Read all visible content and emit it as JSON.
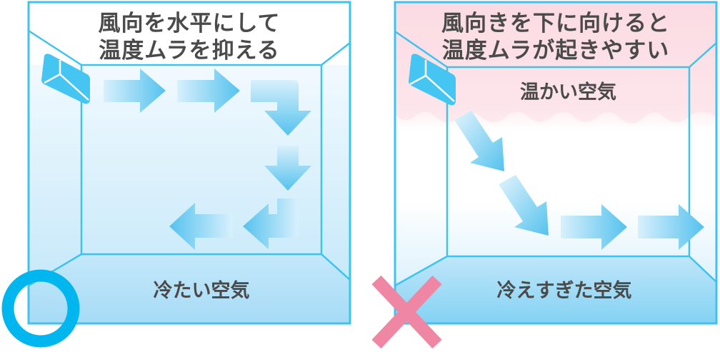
{
  "colors": {
    "room_line": "#3cc3f0",
    "ac_unit": "#45c5f2",
    "arrow": "#5cc6ef",
    "cold_floor": "#a9dcf6",
    "warm_air": "#fbdde4",
    "text": "#4a4a4a",
    "good_mark": "#00b6ee",
    "bad_mark": "#ef86a3"
  },
  "left_panel": {
    "title_line1": "風向を水平にして",
    "title_line2": "温度ムラを抑える",
    "floor_label": "冷たい空気",
    "mark": "○",
    "mark_meaning": "good",
    "airflow": "horizontal-circulation"
  },
  "right_panel": {
    "title_line1": "風向きを下に向けると",
    "title_line2": "温度ムラが起きやすい",
    "ceiling_label": "温かい空気",
    "floor_label": "冷えすぎた空気",
    "mark": "×",
    "mark_meaning": "bad",
    "airflow": "downward"
  }
}
